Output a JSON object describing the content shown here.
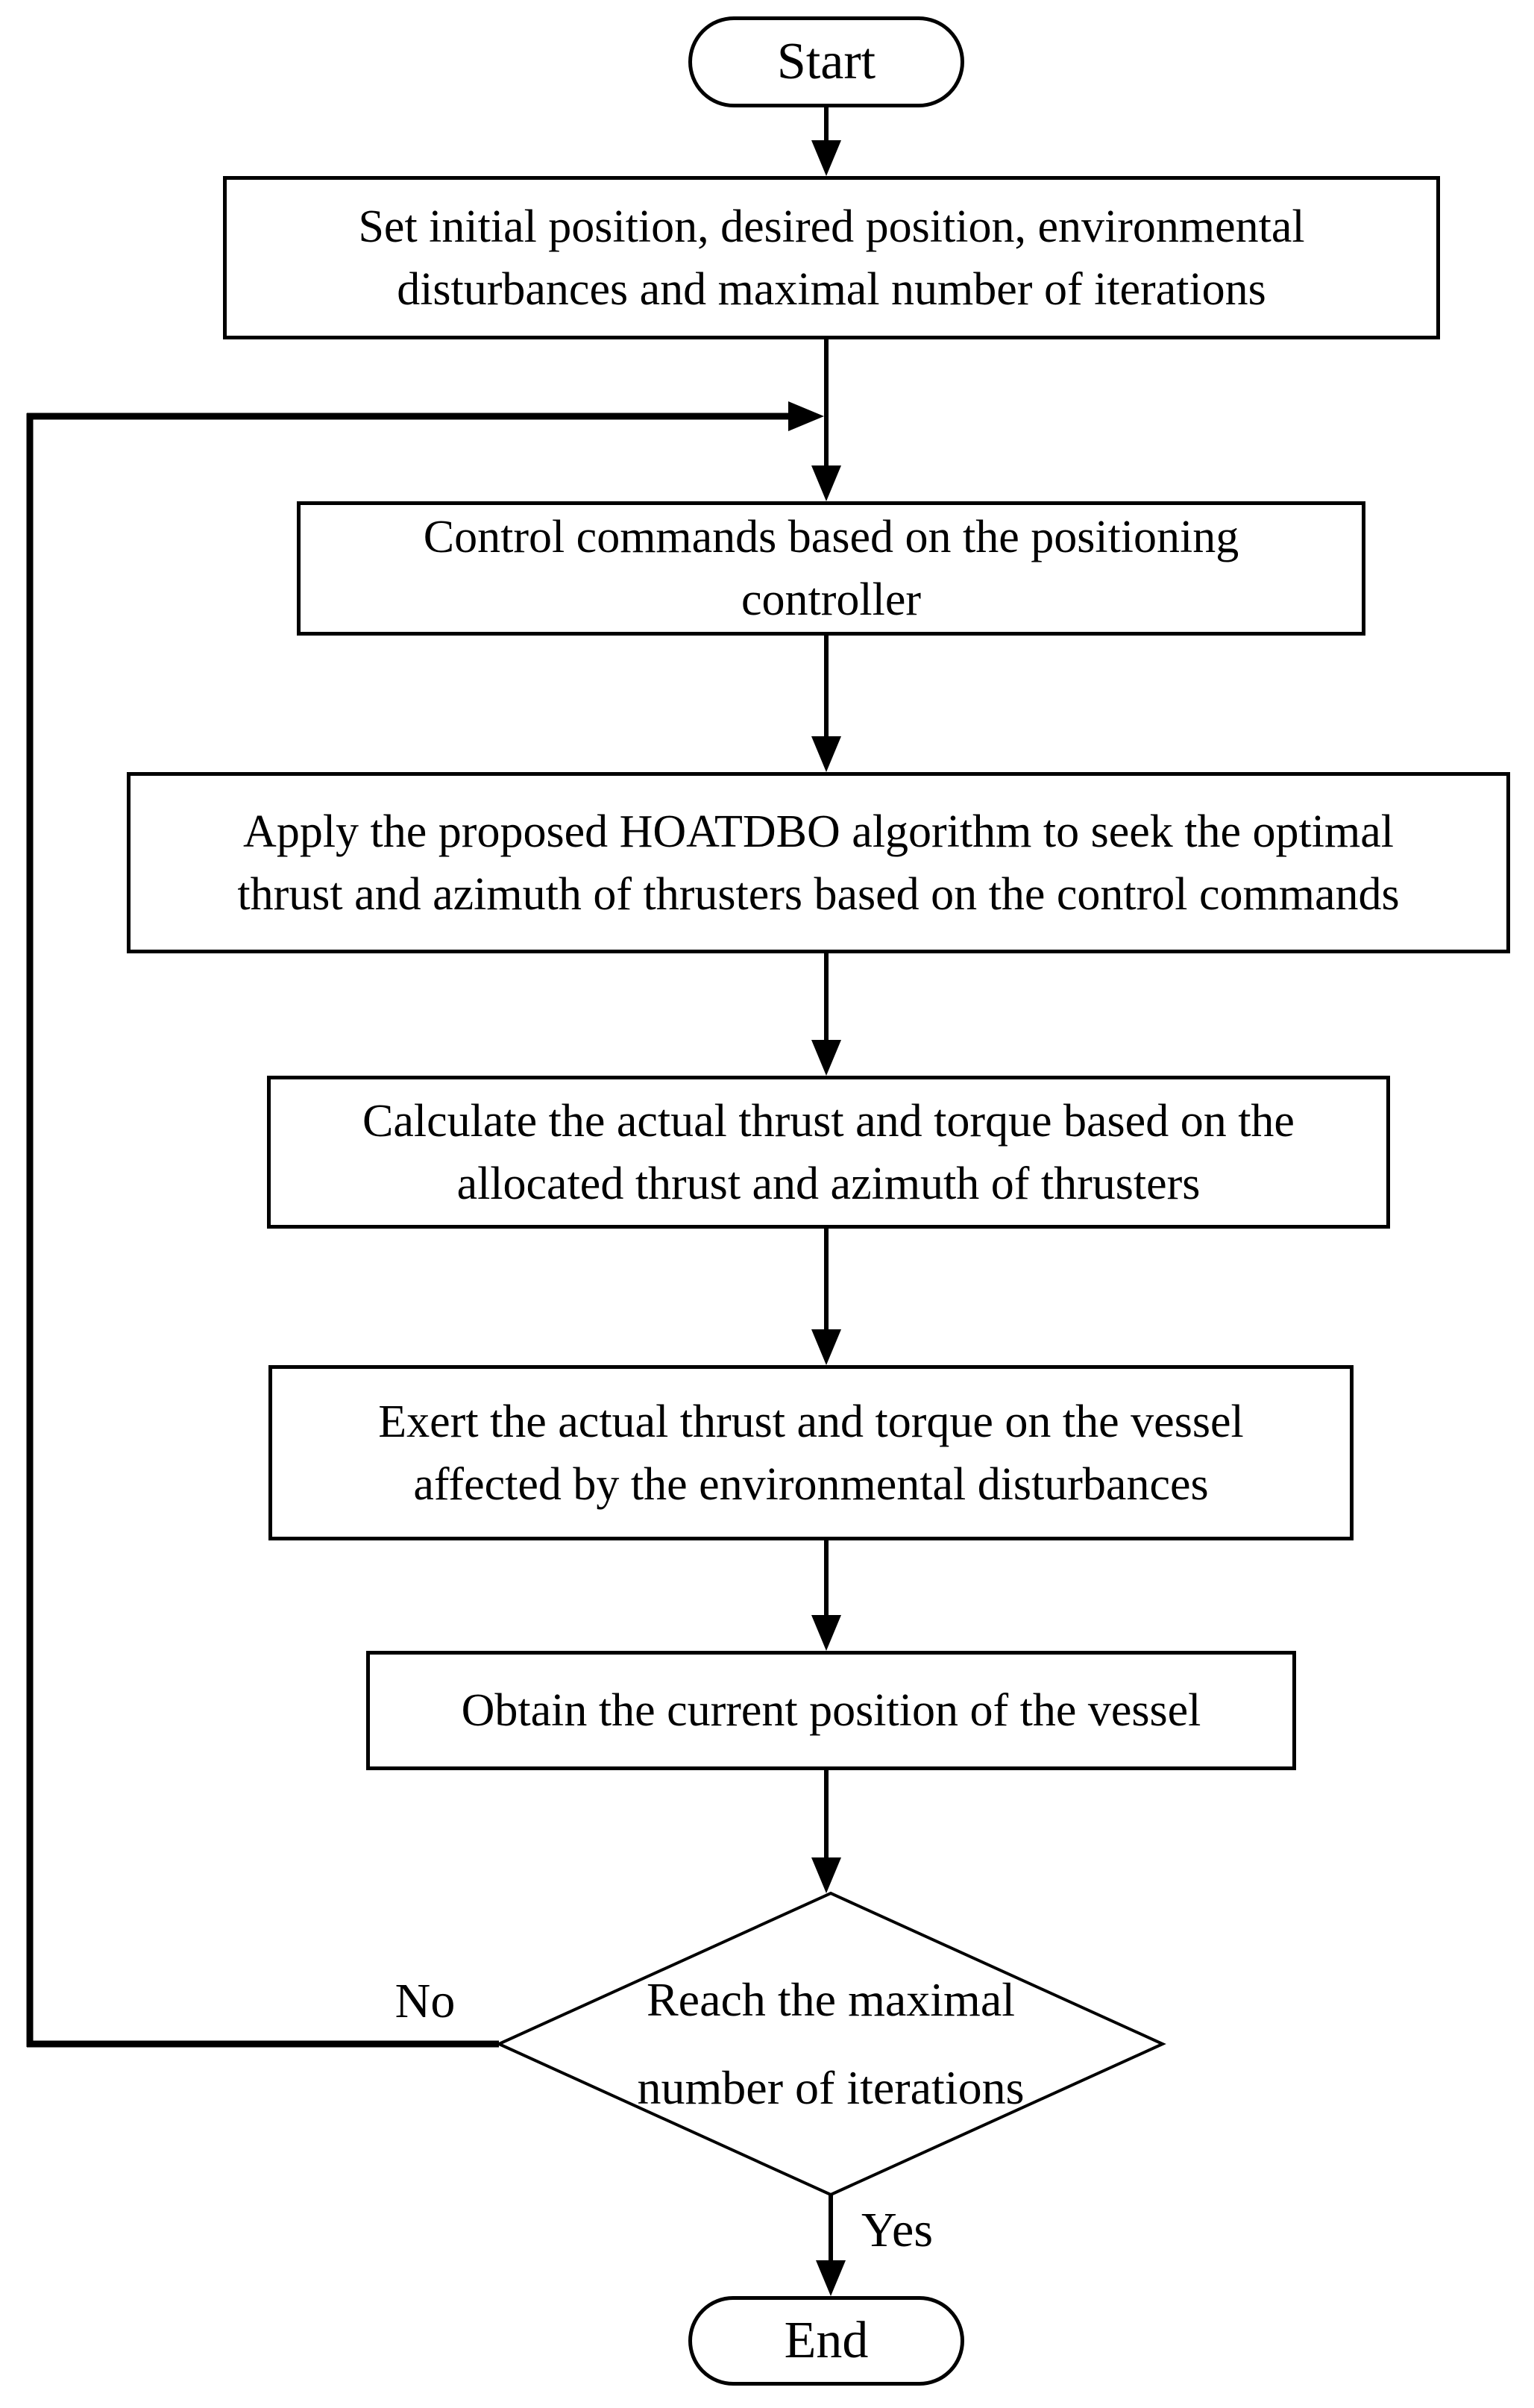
{
  "flowchart": {
    "background_color": "#ffffff",
    "stroke_color": "#000000",
    "nodes": {
      "start": {
        "type": "terminator",
        "label": "Start"
      },
      "init": {
        "type": "process",
        "lines": [
          "Set initial position, desired position, environmental",
          "disturbances and maximal number of iterations"
        ]
      },
      "control": {
        "type": "process",
        "lines": [
          "Control commands based on the positioning",
          "controller"
        ]
      },
      "hoatdbo": {
        "type": "process",
        "lines": [
          "Apply the proposed HOATDBO algorithm to seek the optimal",
          "thrust and azimuth of thrusters based on the control commands"
        ]
      },
      "calculate": {
        "type": "process",
        "lines": [
          "Calculate the actual thrust and torque based on the",
          "allocated thrust and azimuth of thrusters"
        ]
      },
      "exert": {
        "type": "process",
        "lines": [
          "Exert the actual thrust and torque on the vessel",
          "affected by the environmental disturbances"
        ]
      },
      "obtain": {
        "type": "process",
        "lines": [
          "Obtain the current position of the vessel"
        ]
      },
      "decision": {
        "type": "decision",
        "lines": [
          "Reach the maximal",
          "number of iterations"
        ]
      },
      "end": {
        "type": "terminator",
        "label": "End"
      }
    },
    "edge_labels": {
      "no": "No",
      "yes": "Yes"
    }
  }
}
